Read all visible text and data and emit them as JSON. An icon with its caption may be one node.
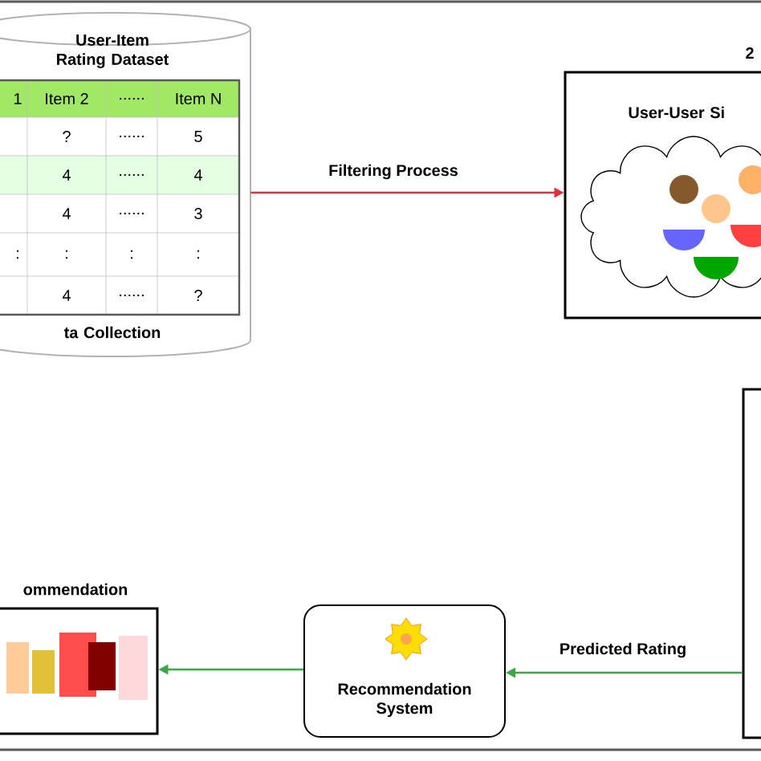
{
  "diagram": {
    "nodes": [
      {
        "text": [
          "User-Item Rating Dataset",
          "ta Collection"
        ]
      },
      {
        "text": [
          "2",
          "User-User Si"
        ]
      },
      {
        "text": [],
        "shape": "box"
      },
      {
        "text": [
          "Recommendation System"
        ]
      },
      {
        "text": [
          "ommendation"
        ]
      }
    ],
    "edges": [
      {
        "from": 0,
        "to": 1,
        "arrow": "to",
        "label": "Filtering Process",
        "color": "#e0303c"
      },
      {
        "from": 2,
        "to": 3,
        "arrow": "to",
        "label": "Predicted Rating",
        "color": "#3aa845"
      },
      {
        "from": 3,
        "to": 4,
        "arrow": "to",
        "color": "#3aa845"
      }
    ],
    "labels": [
      "1",
      "Item 2",
      "......",
      "Item N",
      "?",
      "......",
      "5",
      "4",
      "......",
      "4",
      "4",
      "......",
      "3",
      ":",
      ":",
      ":",
      ":",
      "4",
      "......",
      "?"
    ]
  }
}
